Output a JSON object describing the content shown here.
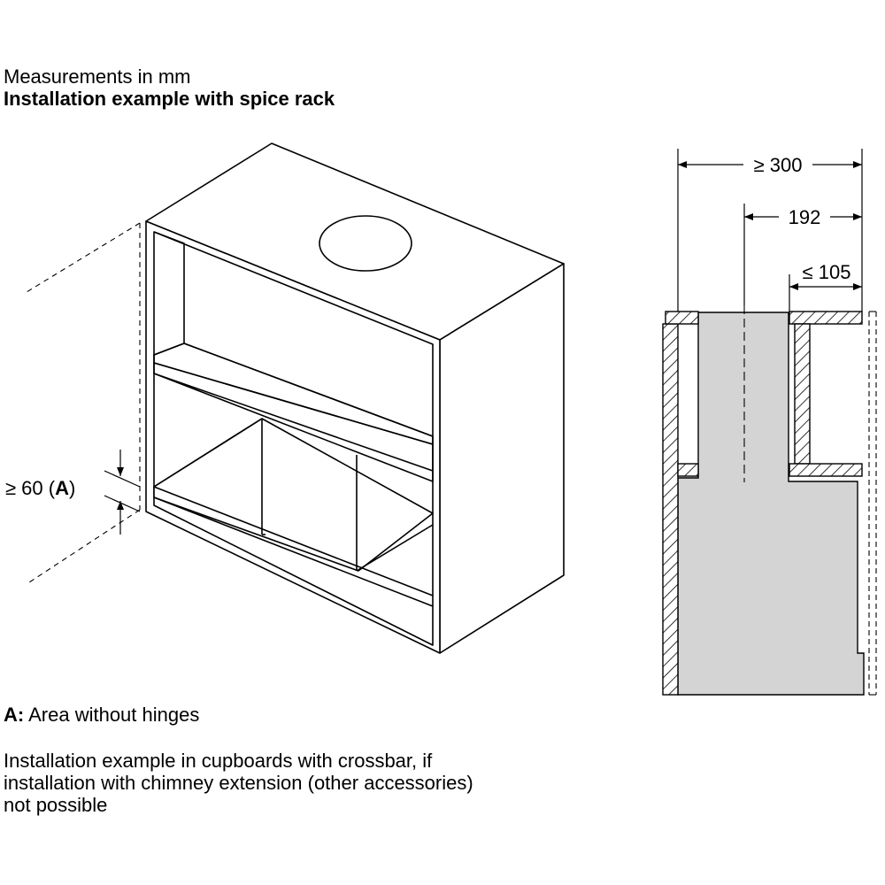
{
  "header": {
    "measurements": "Measurements in mm",
    "title": "Installation example with spice rack"
  },
  "cabinet": {
    "dim_a_prefix": "≥ 60 (",
    "dim_a_letter": "A",
    "dim_a_suffix": ")"
  },
  "section": {
    "dim_depth": "≥ 300",
    "dim_offset": "192",
    "dim_max": "≤ 105"
  },
  "notes": {
    "a_key": "A:",
    "a_text": " Area without hinges",
    "line1": "Installation example in cupboards with crossbar, if",
    "line2": "installation with chimney extension (other accessories)",
    "line3": "not possible"
  },
  "colors": {
    "line": "#000000",
    "fill_gray": "#d4d4d4",
    "background": "#ffffff"
  }
}
